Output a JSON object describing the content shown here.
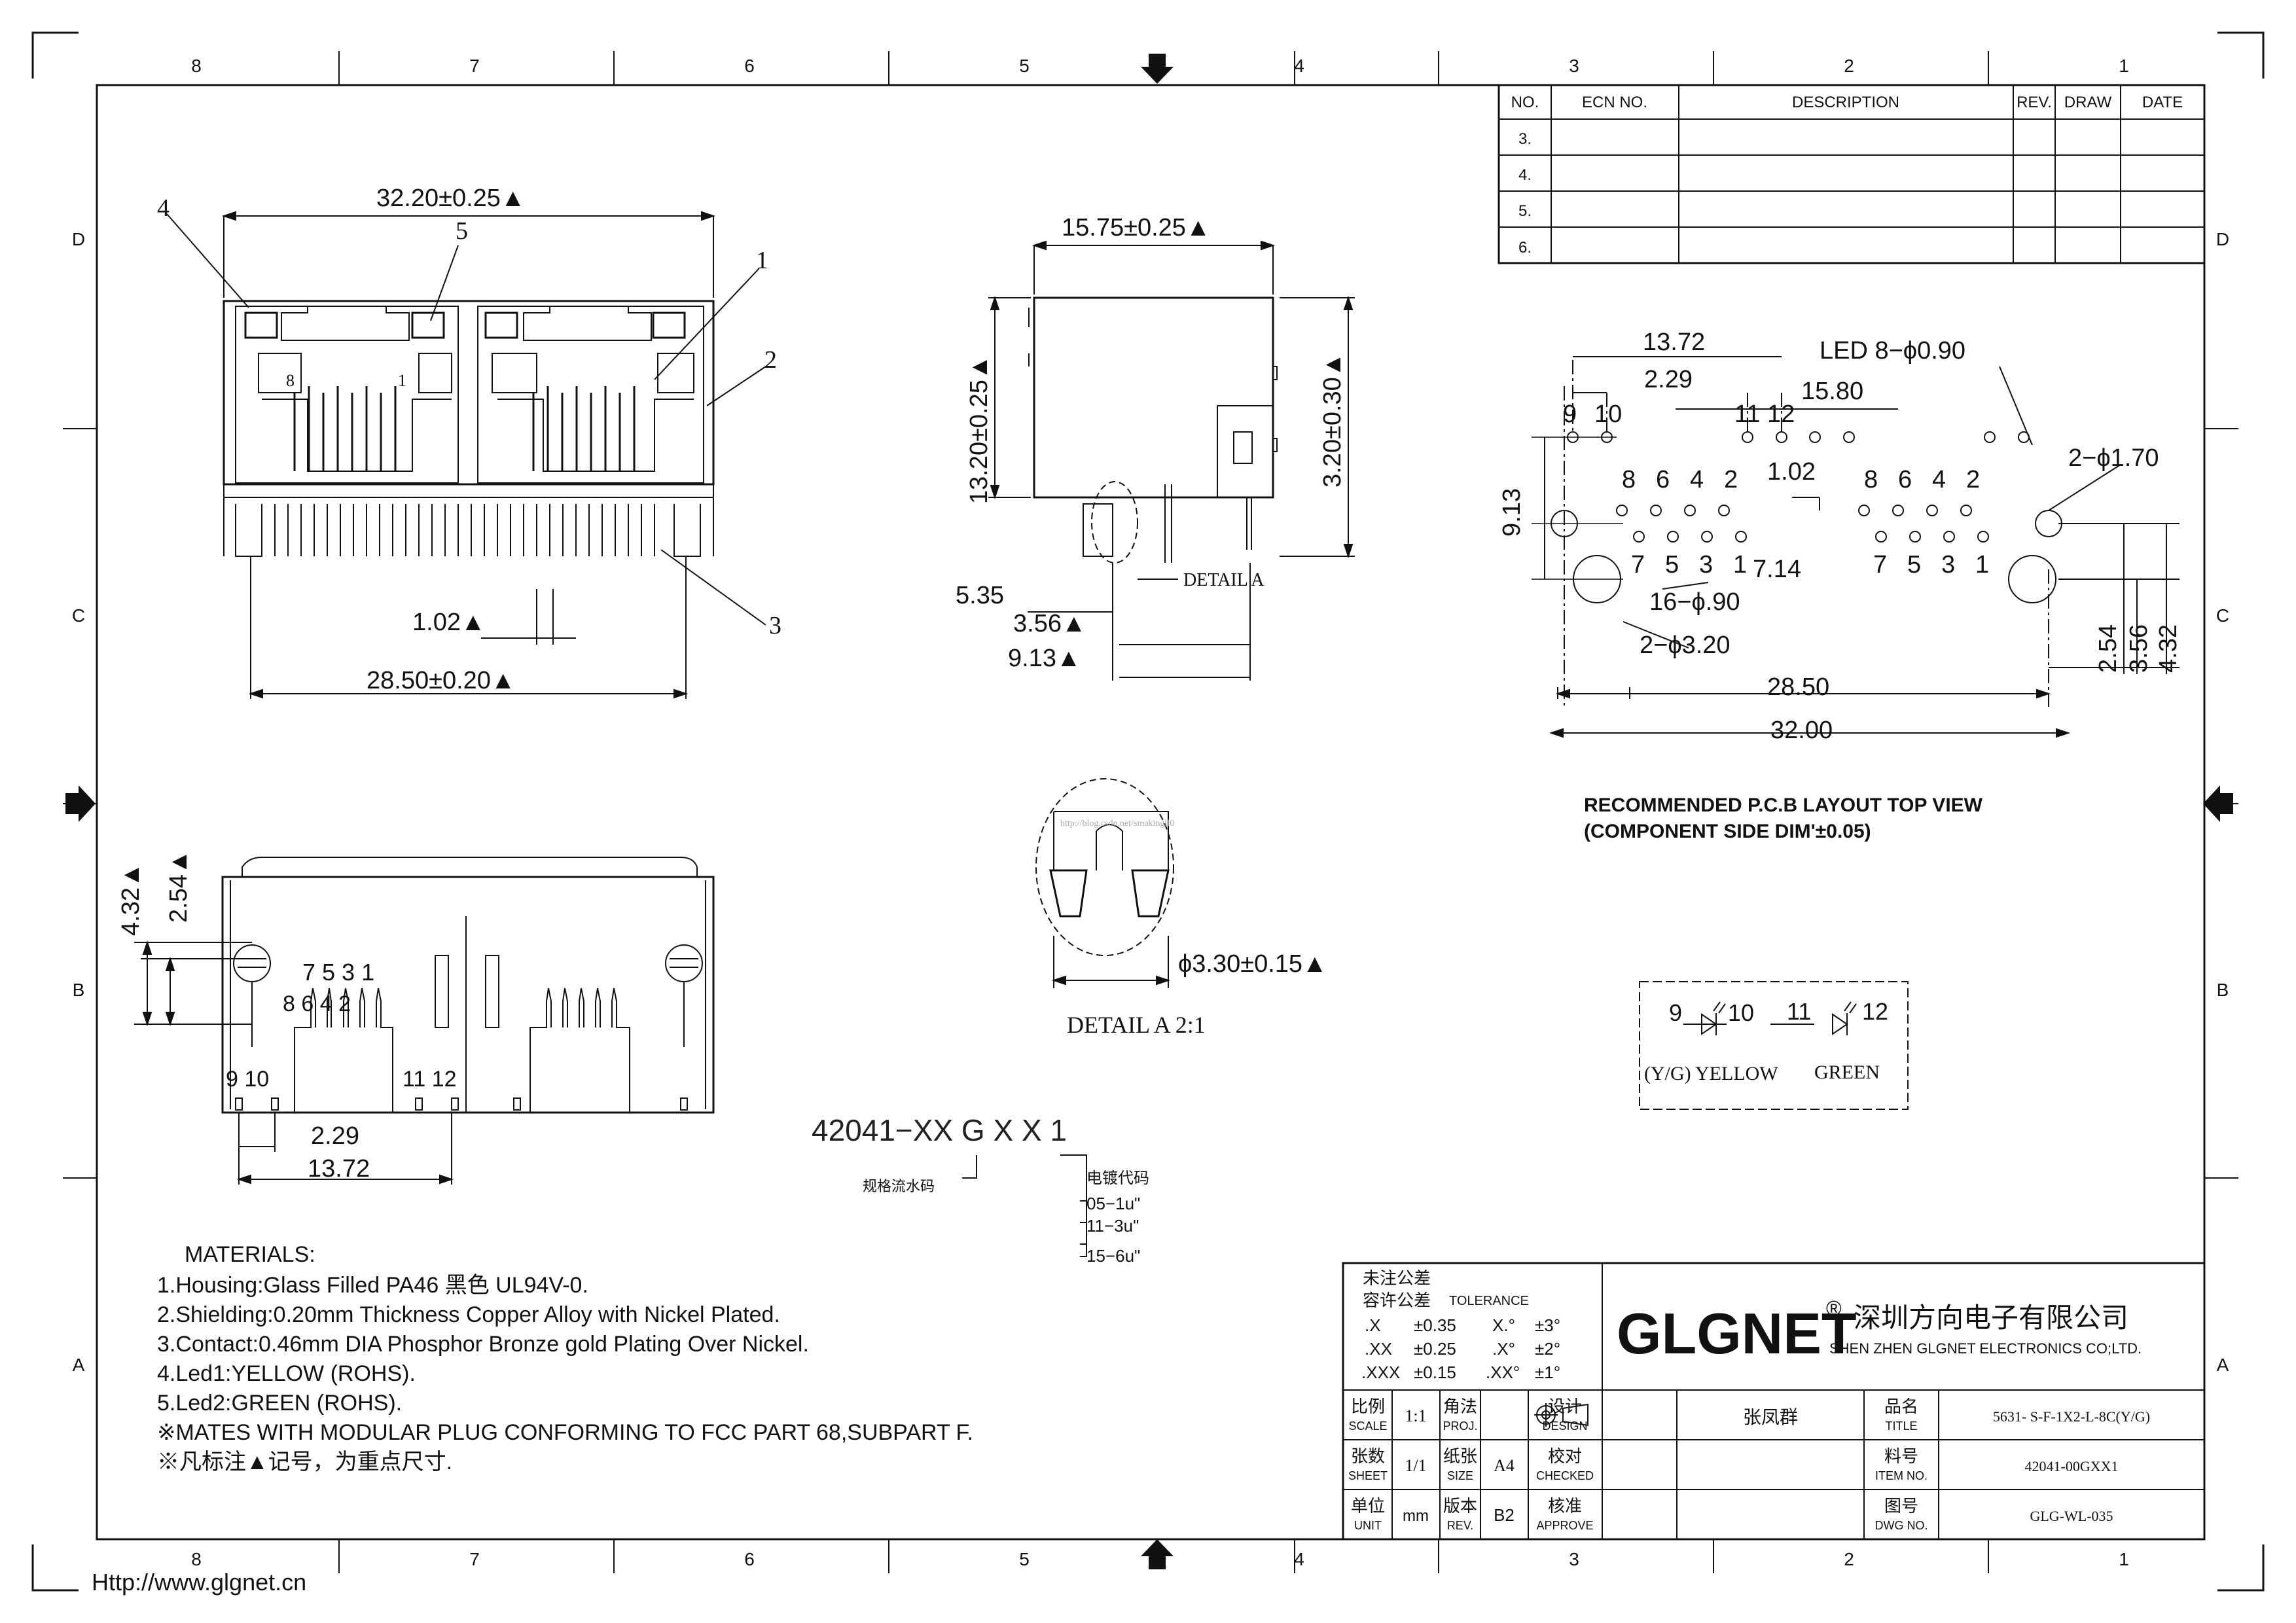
{
  "border": {
    "top_cols": [
      "8",
      "7",
      "6",
      "5",
      "4",
      "3",
      "2",
      "1"
    ],
    "bottom_cols": [
      "8",
      "7",
      "6",
      "5",
      "4",
      "3",
      "2",
      "1"
    ],
    "rows": [
      "D",
      "C",
      "B",
      "A"
    ]
  },
  "revision_table": {
    "headers": [
      "NO.",
      "ECN NO.",
      "DESCRIPTION",
      "REV.",
      "DRAW",
      "DATE"
    ],
    "rows": [
      "3.",
      "4.",
      "5.",
      "6."
    ]
  },
  "front_view": {
    "width_dim": "32.20±0.25▲",
    "callouts": [
      "4",
      "5",
      "1",
      "2",
      "3"
    ],
    "pin_labels": [
      "8",
      "1"
    ],
    "pitch_dim": "1.02▲",
    "pin_span_dim": "28.50±0.20▲"
  },
  "side_view": {
    "width_dim": "15.75±0.25▲",
    "height_dim": "13.20±0.25▲",
    "standoff_dim": "3.20±0.30▲",
    "dim_535": "5.35",
    "dim_356": "3.56▲",
    "dim_913": "9.13▲",
    "detail_label": "DETAIL A"
  },
  "detail_a": {
    "dia_dim": "ϕ3.30±0.15▲",
    "title": "DETAIL A 2:1",
    "watermark": "http://blog.csdn.net/smakingll0"
  },
  "pcb_layout": {
    "dim_1372": "13.72",
    "dim_229": "2.29",
    "dim_1580": "15.80",
    "led_holes": "LED 8−ϕ0.90",
    "dim_170": "2−ϕ1.70",
    "dim_913": "9.13",
    "dim_102": "1.02",
    "dim_714": "7.14",
    "dim_16holes": "16−ϕ.90",
    "dim_320": "2−ϕ3.20",
    "dim_2850": "28.50",
    "dim_3200": "32.00",
    "dim_254": "2.54",
    "dim_356": "3.56",
    "dim_432": "4.32",
    "pin_labels_top_l": [
      "9",
      "10"
    ],
    "pin_labels_top_m": [
      "11",
      "12"
    ],
    "pin_labels_even": [
      "8",
      "6",
      "4",
      "2"
    ],
    "pin_labels_odd": [
      "7",
      "5",
      "3",
      "1"
    ],
    "caption_1": "RECOMMENDED P.C.B LAYOUT TOP VIEW",
    "caption_2": "(COMPONENT SIDE DIM'±0.05)"
  },
  "led_schematic": {
    "yg_pins": [
      "9",
      "10"
    ],
    "g_pins": [
      "11",
      "12"
    ],
    "yg_label": "(Y/G) YELLOW",
    "g_label": "GREEN"
  },
  "bottom_view": {
    "dim_432": "4.32▲",
    "dim_254": "2.54▲",
    "odd_pins": "7 5 3 1",
    "even_pins": "8 6 4 2",
    "led_pins_l": "9 10",
    "led_pins_r": "11 12",
    "dim_229": "2.29",
    "dim_1372": "13.72"
  },
  "part_number": {
    "code": "42041−XX  G  X  X  1",
    "spec_note": "规格流水码",
    "plating_title": "电镀代码",
    "plating_options": [
      "05−1u\"",
      "11−3u\"",
      "15−6u\""
    ]
  },
  "materials": {
    "title": "MATERIALS:",
    "lines": [
      "1.Housing:Glass Filled PA46 黑色 UL94V-0.",
      "2.Shielding:0.20mm Thickness Copper Alloy with Nickel Plated.",
      "3.Contact:0.46mm DIA Phosphor Bronze gold Plating Over Nickel.",
      "4.Led1:YELLOW (ROHS).",
      "5.Led2:GREEN (ROHS).",
      "※MATES WITH MODULAR PLUG CONFORMING TO FCC PART 68,SUBPART F.",
      "※凡标注▲记号，为重点尺寸."
    ]
  },
  "title_block": {
    "tol_cn_1": "未注公差",
    "tol_cn_2": "容许公差",
    "tol_en": "TOLERANCE",
    "tol_rows": [
      [
        ".X",
        "±0.35",
        "X.°",
        "±3°"
      ],
      [
        ".XX",
        "±0.25",
        ".X°",
        "±2°"
      ],
      [
        ".XXX",
        "±0.15",
        ".XX°",
        "±1°"
      ]
    ],
    "brand": "GLGNET",
    "reg": "®",
    "company_cn": "深圳方向电子有限公司",
    "company_en": "SHEN ZHEN GLGNET ELECTRONICS CO;LTD.",
    "scale_cn": "比例",
    "scale_en": "SCALE",
    "scale_val": "1:1",
    "proj_cn": "角法",
    "proj_en": "PROJ.",
    "design_cn": "设计",
    "design_en": "DESIGN",
    "designer": "张凤群",
    "title_cn": "品名",
    "title_en": "TITLE",
    "title_val": "5631- S-F-1X2-L-8C(Y/G)",
    "sheet_cn": "张数",
    "sheet_en": "SHEET",
    "sheet_val": "1/1",
    "size_cn": "纸张",
    "size_en": "SIZE",
    "size_val": "A4",
    "checked_cn": "校对",
    "checked_en": "CHECKED",
    "item_cn": "料号",
    "item_en": "ITEM NO.",
    "item_val": "42041-00GXX1",
    "unit_cn": "单位",
    "unit_en": "UNIT",
    "unit_val": "mm",
    "rev_cn": "版本",
    "rev_en": "REV.",
    "rev_val": "B2",
    "approve_cn": "核准",
    "approve_en": "APPROVE",
    "dwg_cn": "图号",
    "dwg_en": "DWG NO.",
    "dwg_val": "GLG-WL-035"
  },
  "website": "Http://www.glgnet.cn"
}
